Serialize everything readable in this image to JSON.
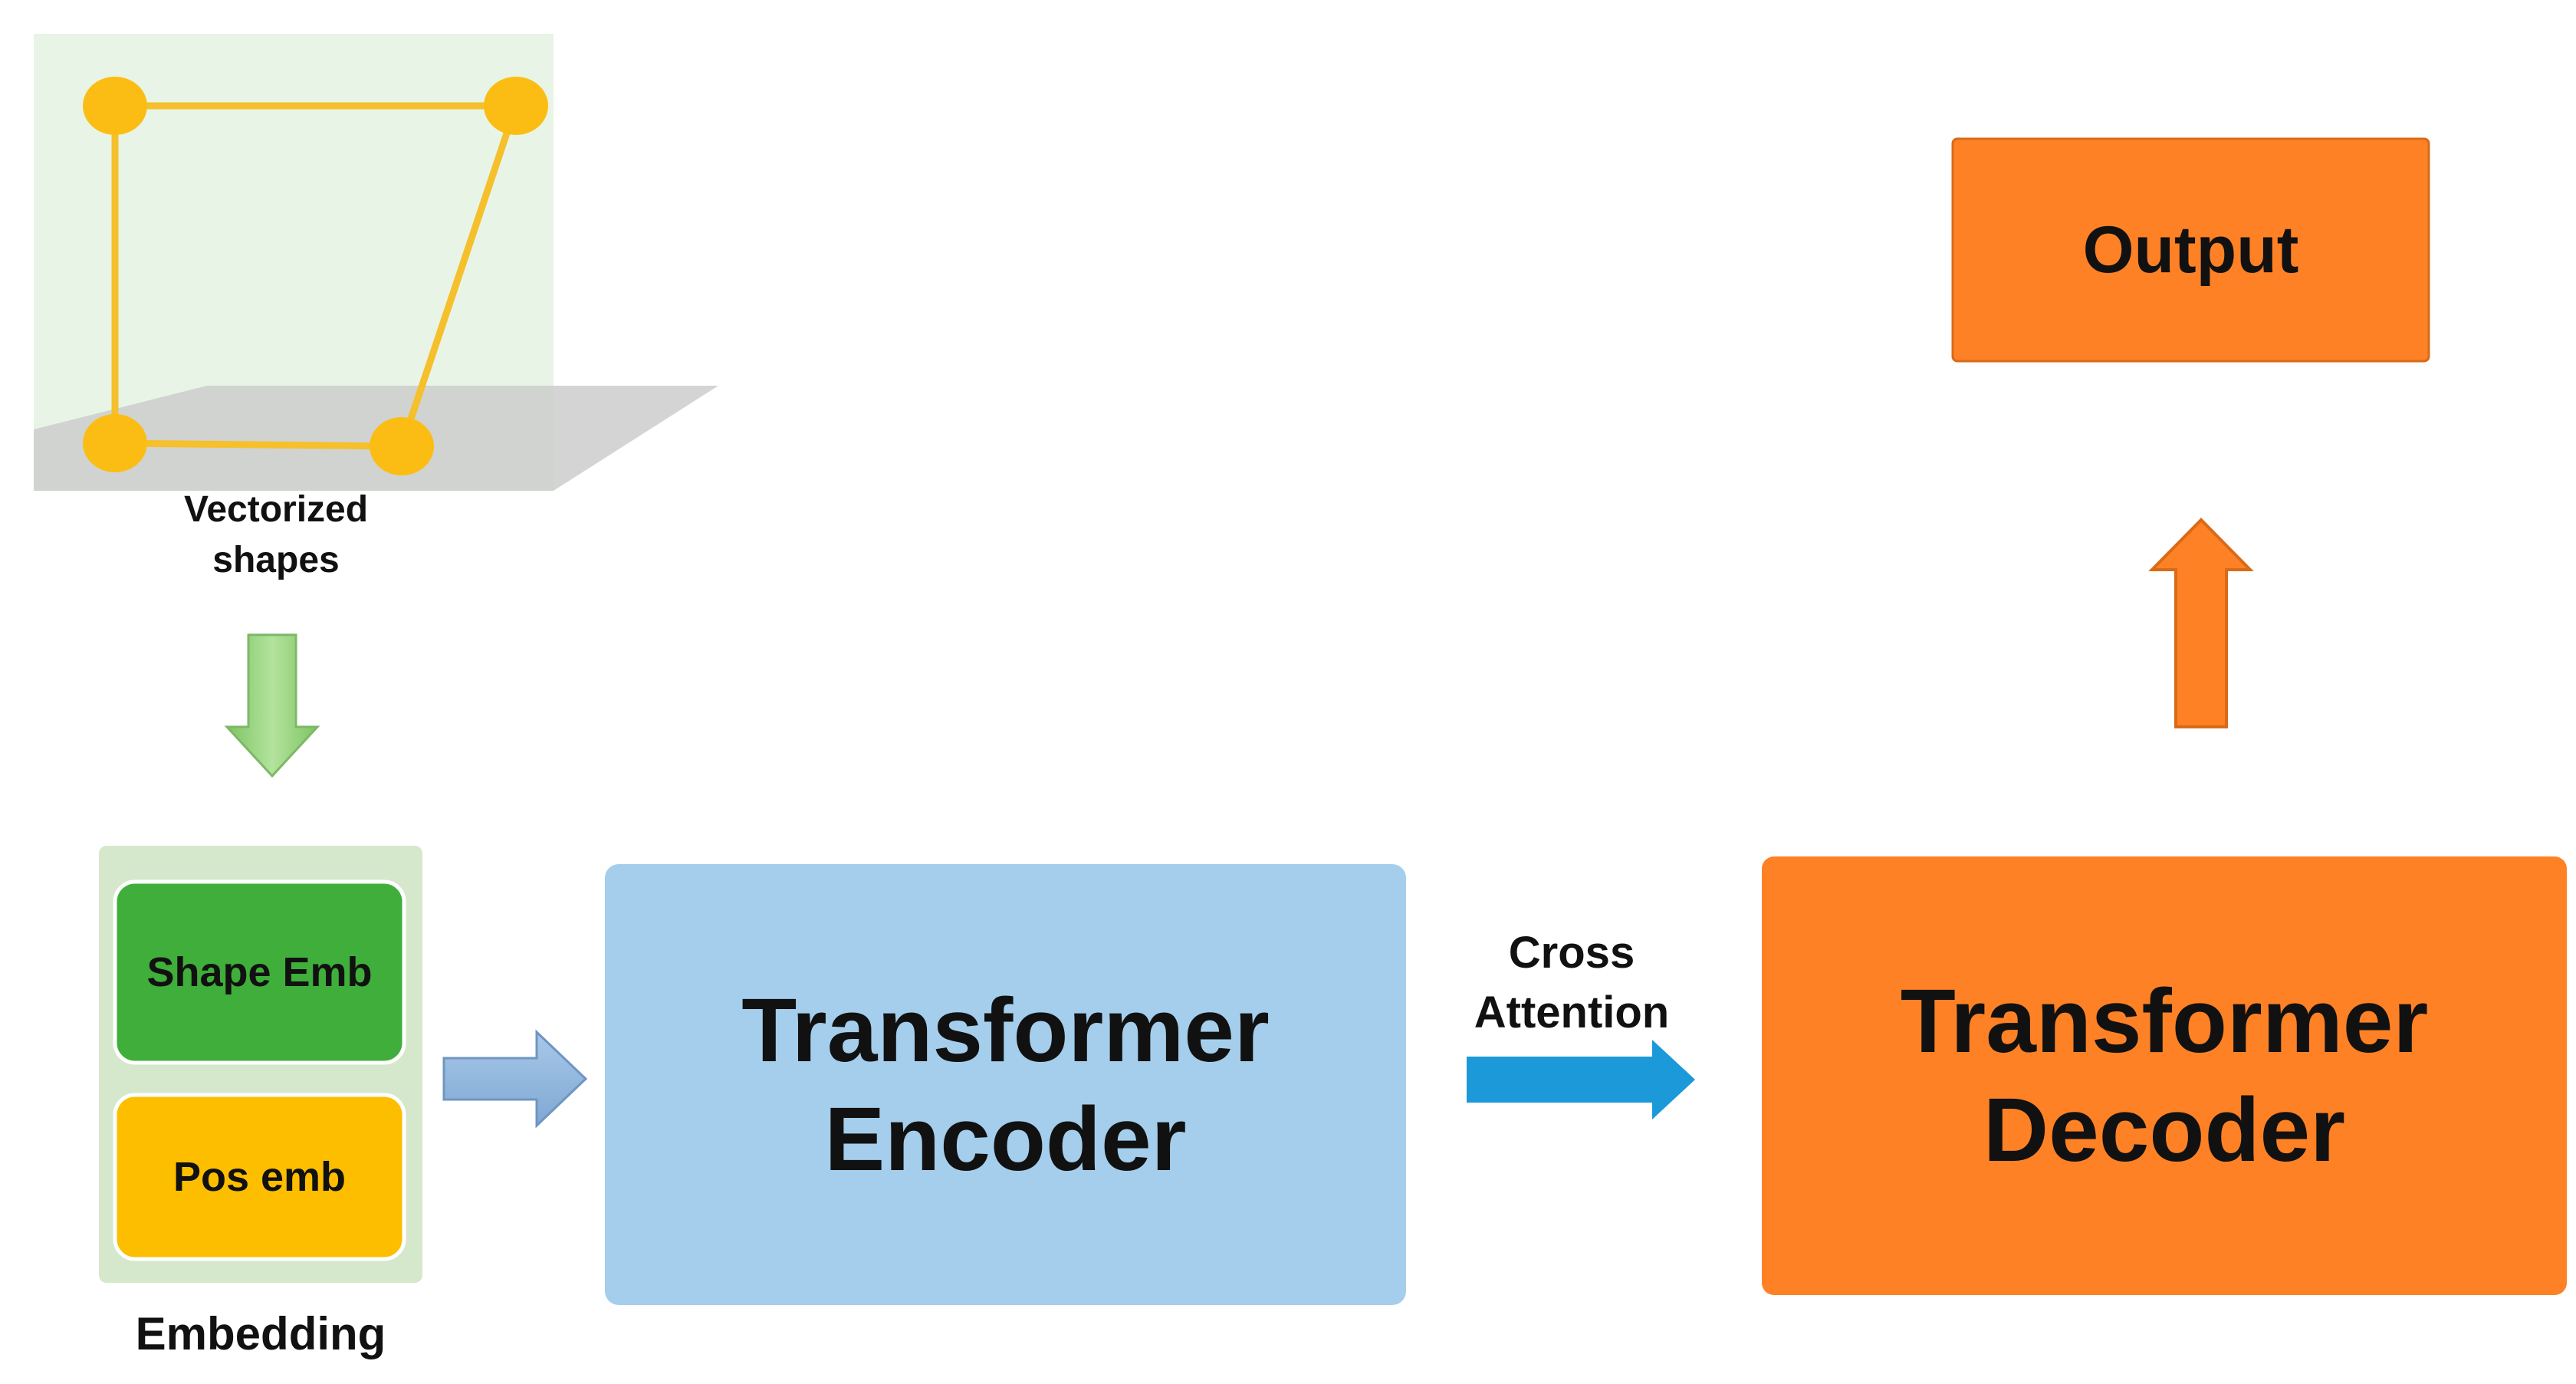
{
  "labels": {
    "shapes_line1": "Vectorized",
    "shapes_line2": "shapes",
    "shape_emb": "Shape Emb",
    "pos_emb": "Pos emb",
    "embedding": "Embedding",
    "encoder_line1": "Transformer",
    "encoder_line2": "Encoder",
    "cross_line1": "Cross",
    "cross_line2": "Attention",
    "decoder_line1": "Transformer",
    "decoder_line2": "Decoder",
    "output": "Output"
  },
  "colors": {
    "shape_panel_bg": "#e8f5e6",
    "shape_shadow": "#cfcfcf",
    "shape_outline": "#f5c02c",
    "shape_vertex": "#fbbd14",
    "embedding_panel": "#d6e8cc",
    "shape_emb_fill": "#3fae3a",
    "pos_emb_fill": "#fdbe00",
    "encoder_fill": "#a4ceec",
    "decoder_fill": "#fe8125",
    "output_fill": "#fe8125",
    "green_arrow": "#8fd17a",
    "blue_arrow_light": "#8fb5dc",
    "blue_arrow": "#1b99d8",
    "orange_arrow": "#fe8125"
  }
}
